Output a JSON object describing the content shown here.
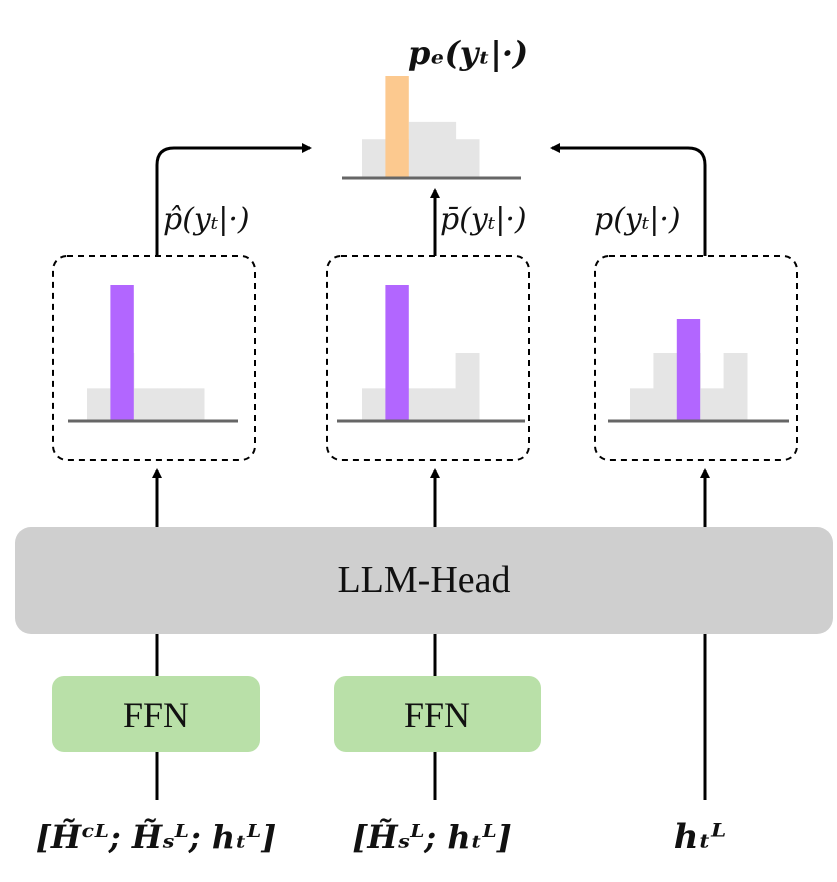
{
  "colors": {
    "head_fill": "#cfcfcf",
    "ffn_fill": "#b9e0a8",
    "bar_gray": "#e5e5e5",
    "bar_purple": "#b266ff",
    "bar_orange": "#fcc98f",
    "axis": "#666666",
    "line": "#000000"
  },
  "llm_head": {
    "label": "LLM-Head"
  },
  "ffn_left": {
    "label": "FFN"
  },
  "ffn_mid": {
    "label": "FFN"
  },
  "inputs": {
    "left": "[H̃ᶜᴸ; H̃ₛᴸ; hₜᴸ]",
    "middle": "[H̃ₛᴸ; hₜᴸ]",
    "right": "hₜᴸ"
  },
  "distributions": {
    "left": "p̂(yₜ|·)",
    "middle": "p̄(yₜ|·)",
    "right": "p(yₜ|·)",
    "ensemble": "pₑ(yₜ|·)"
  },
  "histograms": {
    "left": {
      "gray": [
        0.24,
        0.5,
        0.24,
        0.24,
        0.24
      ],
      "purple": [
        0,
        1,
        0,
        0,
        0
      ]
    },
    "middle": {
      "gray": [
        0.24,
        0.24,
        0.24,
        0.24,
        0.5
      ],
      "purple": [
        0,
        1,
        0,
        0,
        0
      ]
    },
    "right": {
      "gray": [
        0.24,
        0.5,
        0.5,
        0.24,
        0.5
      ],
      "purple": [
        0,
        0,
        0.75,
        0,
        0
      ]
    },
    "ensemble": {
      "gray": [
        0.38,
        0.38,
        0.55,
        0.55,
        0.38
      ],
      "orange": [
        0,
        1,
        0,
        0,
        0
      ]
    }
  }
}
